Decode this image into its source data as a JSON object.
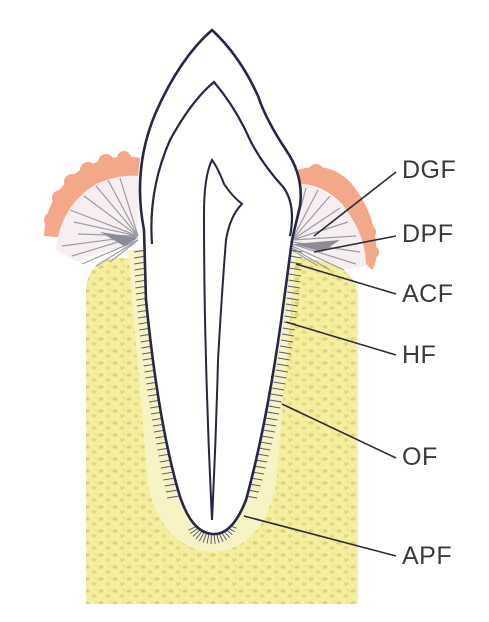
{
  "labels": {
    "dgf": "DGF",
    "dpf": "DPF",
    "acf": "ACF",
    "hf": "HF",
    "of": "OF",
    "apf": "APF"
  },
  "colors": {
    "bone_fill": "#f3ec9e",
    "bone_speckle": "#e2cf76",
    "gingiva": "#f0a487",
    "gingiva_fibers": "#9a9a9a",
    "tooth_outline": "#2b2b4a",
    "pdl_fibers": "#565872",
    "label_text": "#3a3a3a"
  }
}
